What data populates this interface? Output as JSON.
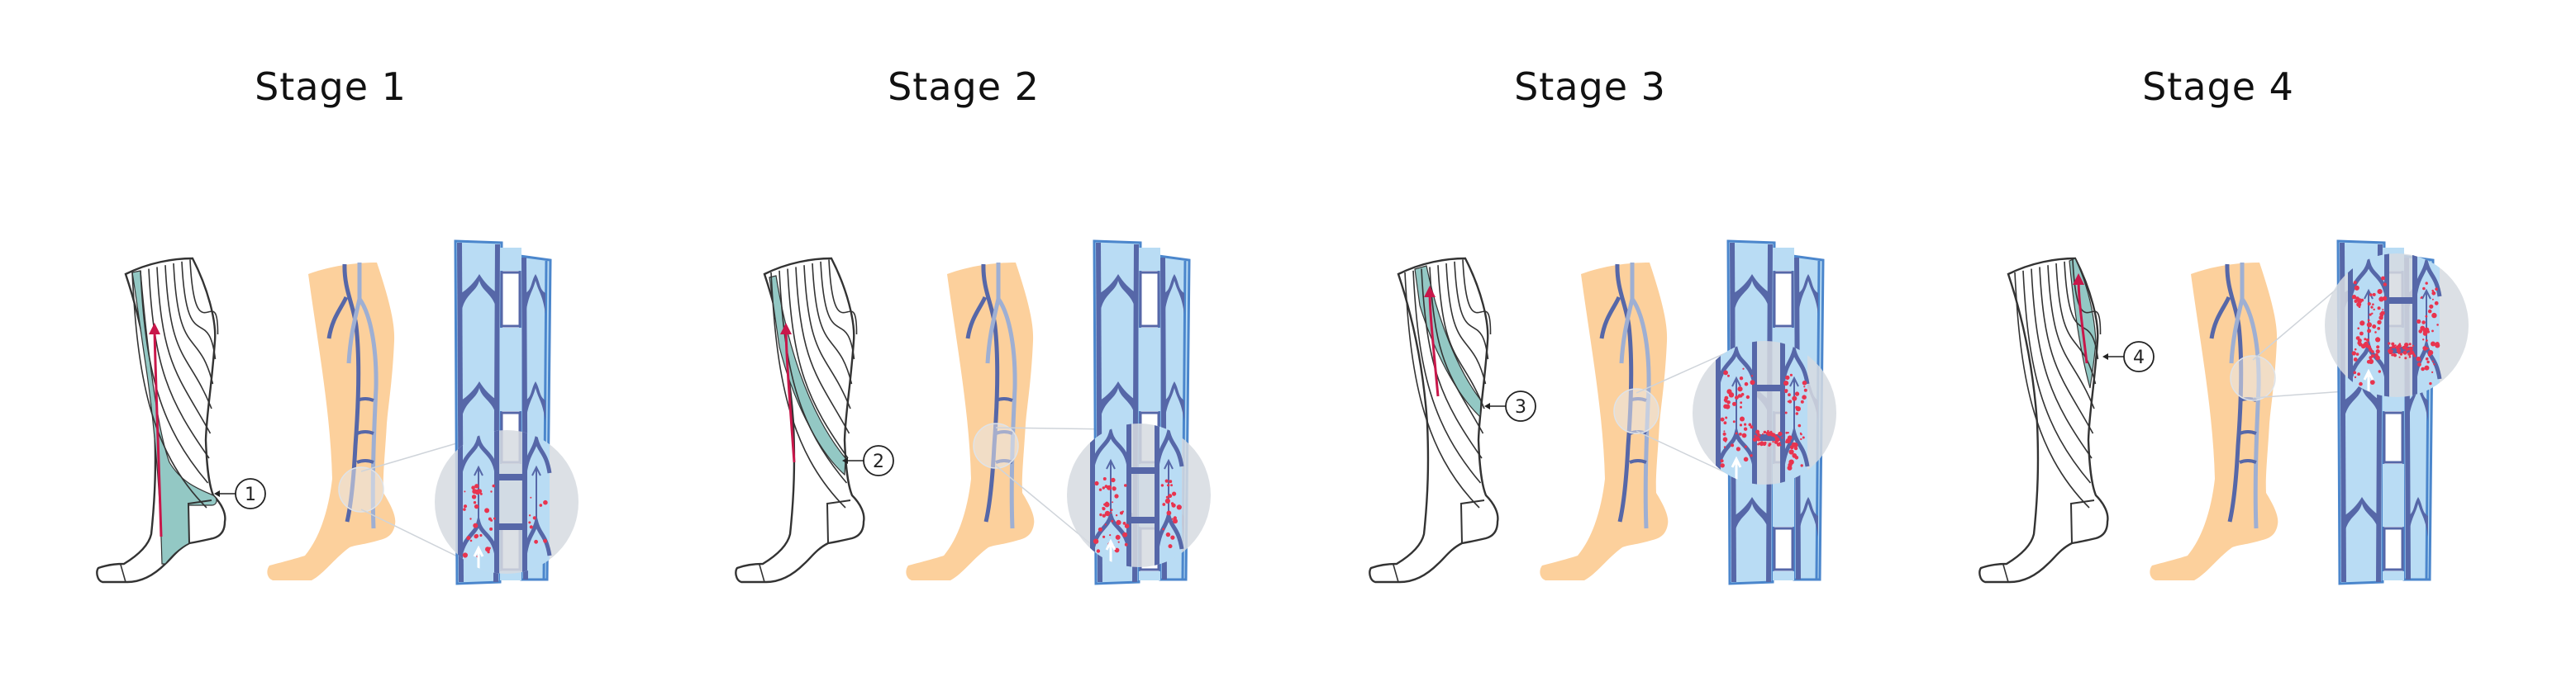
{
  "colors": {
    "skin": "#fcd09c",
    "vein_dark": "#5667a8",
    "vein_light": "#9eafd3",
    "vein_fill": "#b9dcf4",
    "vein_edge": "#4b86cc",
    "teal": "#93c8c4",
    "flow_arrow": "#c8174a",
    "blood_dot": "#e8344f",
    "magnifier": "#d6dbe0"
  },
  "stages": [
    {
      "title": "Stage 1",
      "callout": "1"
    },
    {
      "title": "Stage 2",
      "callout": "2"
    },
    {
      "title": "Stage 3",
      "callout": "3"
    },
    {
      "title": "Stage 4",
      "callout": "4"
    }
  ]
}
